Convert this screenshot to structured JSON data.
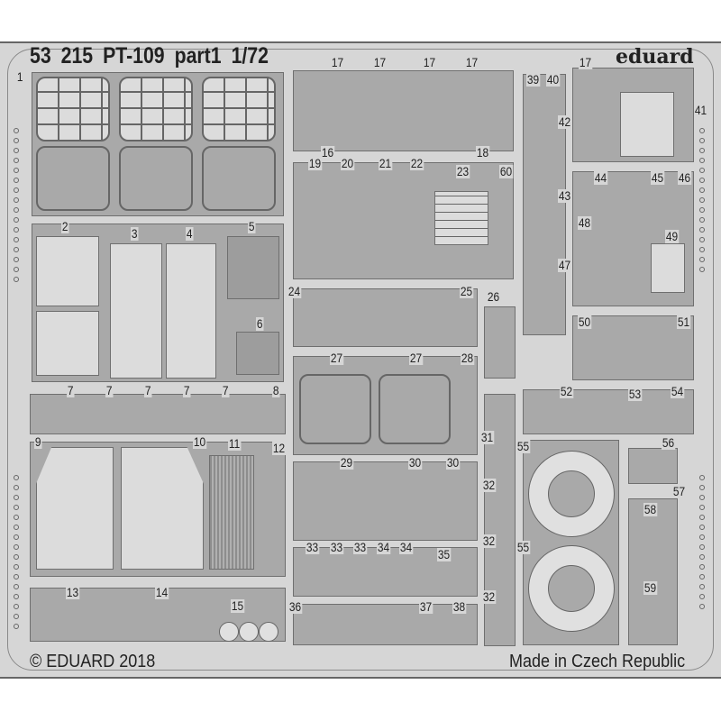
{
  "header": {
    "title": "53 215  PT-109  part1  1/72",
    "brand": "eduard"
  },
  "footer": {
    "copyright": "© EDUARD 2018",
    "origin": "Made in Czech Republic"
  },
  "labels": [
    "1",
    "2",
    "3",
    "4",
    "5",
    "6",
    "7",
    "7",
    "7",
    "7",
    "7",
    "8",
    "9",
    "10",
    "11",
    "12",
    "13",
    "14",
    "15",
    "16",
    "17",
    "17",
    "17",
    "17",
    "17",
    "18",
    "19",
    "20",
    "21",
    "22",
    "23",
    "24",
    "25",
    "26",
    "27",
    "27",
    "28",
    "29",
    "30",
    "30",
    "31",
    "32",
    "32",
    "32",
    "33",
    "33",
    "33",
    "34",
    "34",
    "35",
    "36",
    "37",
    "38",
    "39",
    "40",
    "41",
    "42",
    "43",
    "44",
    "45",
    "46",
    "47",
    "48",
    "49",
    "50",
    "51",
    "52",
    "53",
    "54",
    "55",
    "55",
    "56",
    "57",
    "58",
    "59",
    "60"
  ]
}
